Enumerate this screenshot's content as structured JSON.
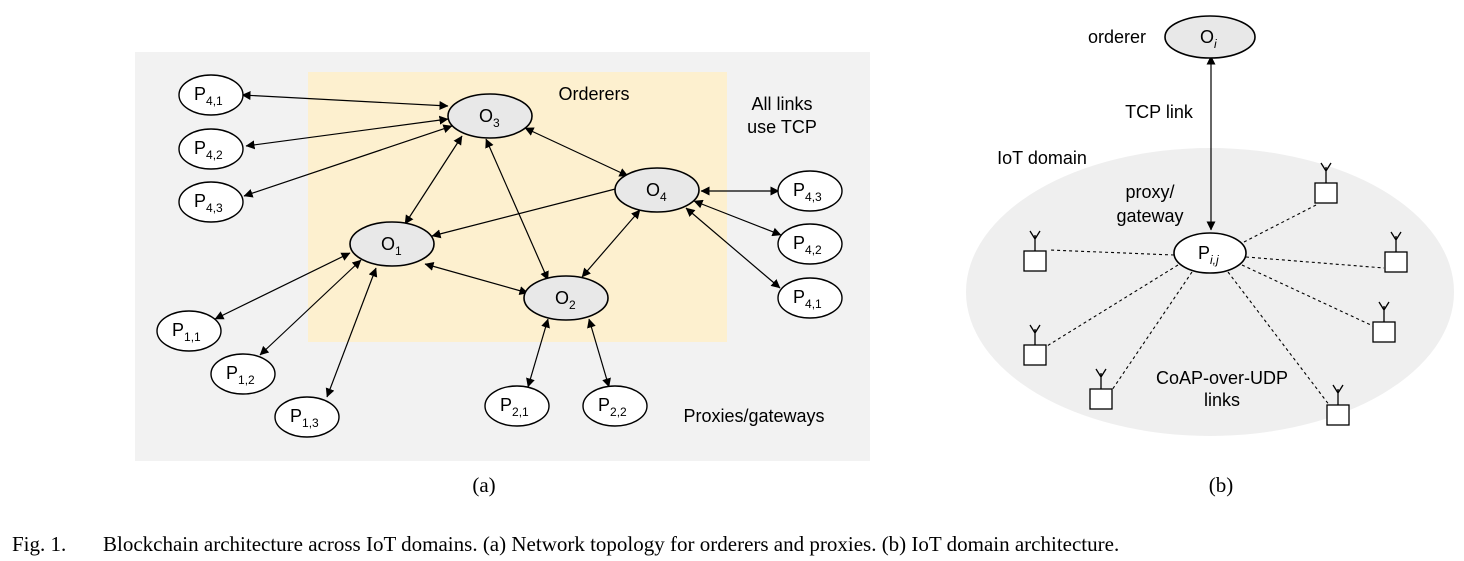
{
  "panel_a": {
    "orderers_label": "Orderers",
    "tcp_note_line1": "All links",
    "tcp_note_line2": "use TCP",
    "proxies_label": "Proxies/gateways",
    "sublabel": "(a)",
    "orderers": [
      {
        "id": "O3",
        "main": "O",
        "sub": "3"
      },
      {
        "id": "O4",
        "main": "O",
        "sub": "4"
      },
      {
        "id": "O1",
        "main": "O",
        "sub": "1"
      },
      {
        "id": "O2",
        "main": "O",
        "sub": "2"
      }
    ],
    "proxies": [
      {
        "id": "P41a",
        "main": "P",
        "sub": "4,1"
      },
      {
        "id": "P42a",
        "main": "P",
        "sub": "4,2"
      },
      {
        "id": "P43a",
        "main": "P",
        "sub": "4,3"
      },
      {
        "id": "P43b",
        "main": "P",
        "sub": "4,3"
      },
      {
        "id": "P42b",
        "main": "P",
        "sub": "4,2"
      },
      {
        "id": "P41b",
        "main": "P",
        "sub": "4,1"
      },
      {
        "id": "P11",
        "main": "P",
        "sub": "1,1"
      },
      {
        "id": "P12",
        "main": "P",
        "sub": "1,2"
      },
      {
        "id": "P13",
        "main": "P",
        "sub": "1,3"
      },
      {
        "id": "P21",
        "main": "P",
        "sub": "2,1"
      },
      {
        "id": "P22",
        "main": "P",
        "sub": "2,2"
      }
    ]
  },
  "panel_b": {
    "orderer_label": "orderer",
    "orderer_node": {
      "main": "O",
      "sub": "i"
    },
    "tcp_link_label": "TCP link",
    "iot_domain_label": "IoT domain",
    "proxy_line1": "proxy/",
    "proxy_line2": "gateway",
    "proxy_node": {
      "main": "P",
      "sub": "i,j"
    },
    "coap_line1": "CoAP-over-UDP",
    "coap_line2": "links",
    "sublabel": "(b)"
  },
  "caption": {
    "fig": "Fig. 1.",
    "text": "Blockchain architecture across IoT domains. (a) Network topology for orderers and proxies. (b) IoT domain architecture."
  }
}
